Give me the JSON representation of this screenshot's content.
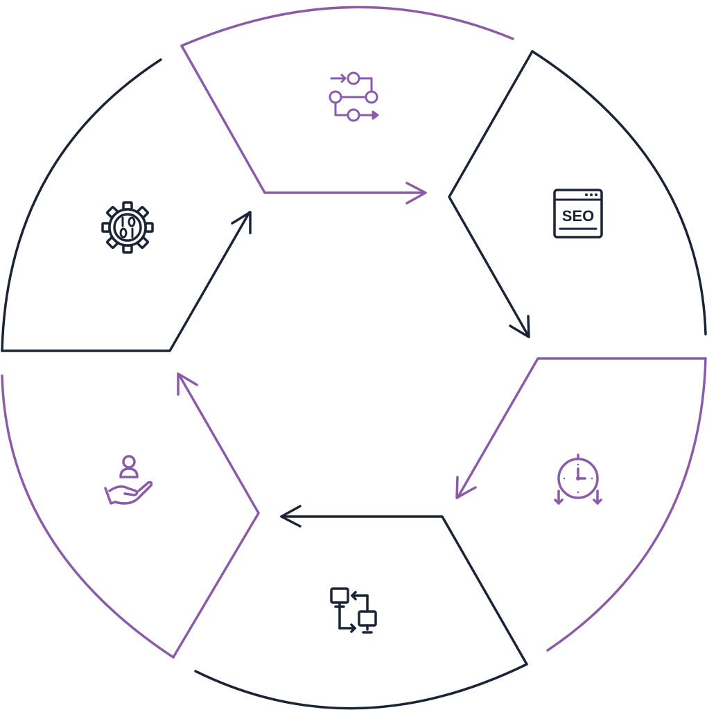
{
  "colors": {
    "navy": "#1a2435",
    "purple": "#8a5ba8",
    "background": "#ffffff"
  },
  "diagram": {
    "type": "cycle",
    "segment_count": 6,
    "segments": [
      {
        "position": "top",
        "icon": "workflow-icon",
        "color": "purple"
      },
      {
        "position": "upper-right",
        "icon": "seo-browser-icon",
        "color": "navy",
        "icon_text": "SEO"
      },
      {
        "position": "lower-right",
        "icon": "clock-download-icon",
        "color": "purple"
      },
      {
        "position": "bottom",
        "icon": "network-computers-icon",
        "color": "navy"
      },
      {
        "position": "lower-left",
        "icon": "hand-user-icon",
        "color": "purple"
      },
      {
        "position": "upper-left",
        "icon": "gear-binary-icon",
        "color": "navy"
      }
    ]
  }
}
